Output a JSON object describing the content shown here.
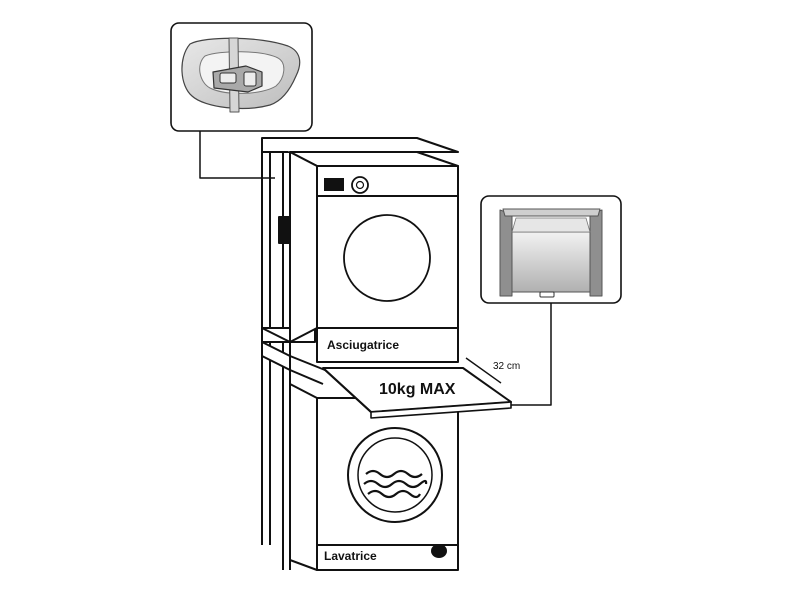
{
  "labels": {
    "dryer": "Asciugatrice",
    "washer": "Lavatrice",
    "shelf_load": "10kg MAX",
    "shelf_depth": "32 cm"
  },
  "colors": {
    "line": "#111111",
    "panel_gray": "#b9b9b9",
    "strap_gray": "#dcdcdc",
    "shelf_fill": "#efefef"
  },
  "icons": {
    "strap_inset": "ratchet-strap-icon",
    "shelf_inset": "pull-out-shelf-icon"
  }
}
